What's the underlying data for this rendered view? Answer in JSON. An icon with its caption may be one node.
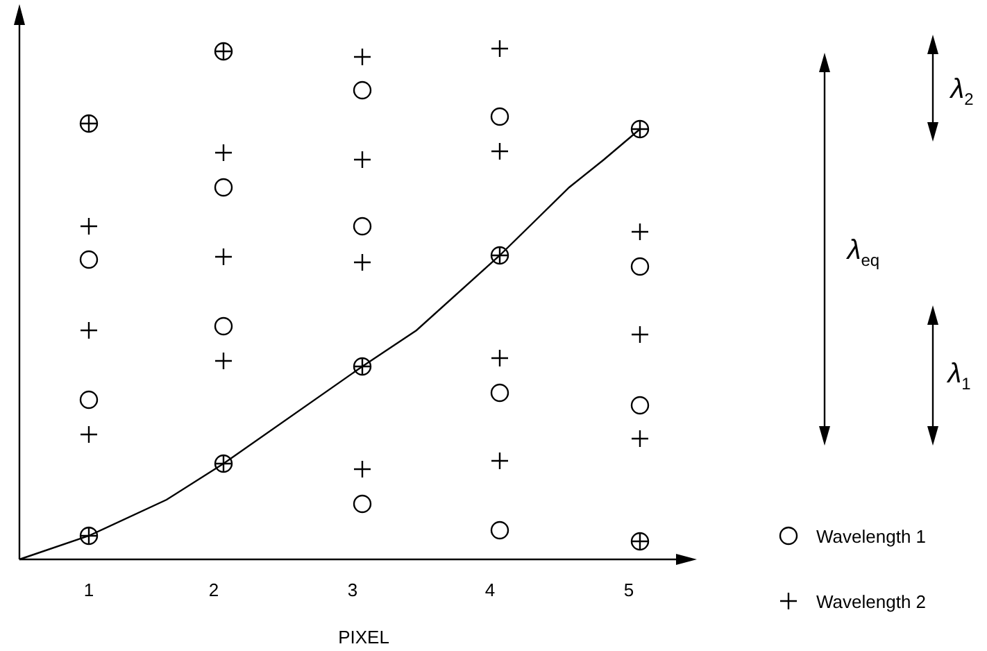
{
  "diagram": {
    "labels": [
      "λ$_{2}$",
      "λ$_{eq}$",
      "λ$_{1}$",
      "1",
      "2",
      "3",
      "4",
      "5",
      "PIXEL"
    ],
    "legend": [
      {
        "text": "Wavelength 1"
      },
      {
        "text": "Wavelength 2"
      }
    ]
  }
}
